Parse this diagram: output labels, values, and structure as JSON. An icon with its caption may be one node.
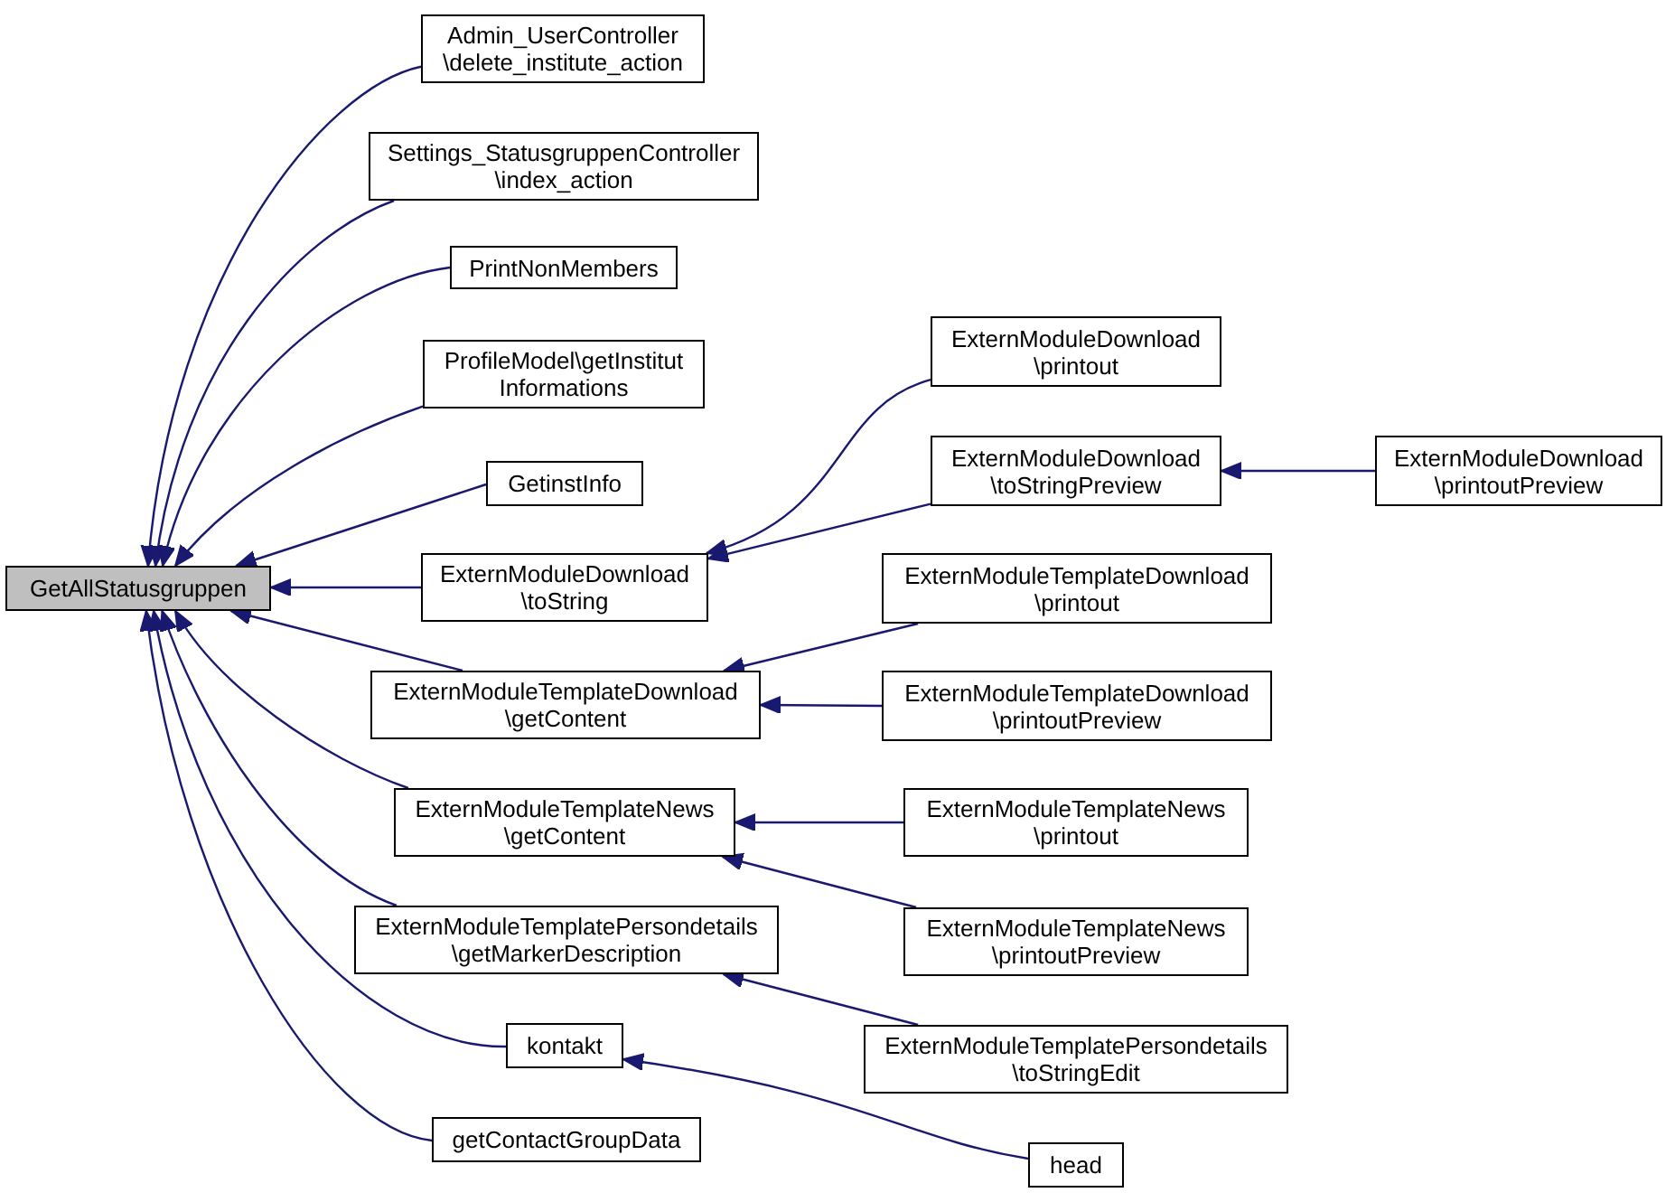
{
  "diagram": {
    "nodes": [
      {
        "text": [
          "GetAllStatusgruppen"
        ]
      },
      {
        "text": [
          "Admin_UserController \\delete_institute_action"
        ]
      },
      {
        "text": [
          "Settings_StatusgruppenController \\index_action"
        ]
      },
      {
        "text": [
          "PrintNonMembers"
        ]
      },
      {
        "text": [
          "ProfileModel\\getInstitut Informations"
        ]
      },
      {
        "text": [
          "GetinstInfo"
        ]
      },
      {
        "text": [
          "ExternModuleDownload \\toString"
        ]
      },
      {
        "text": [
          "ExternModuleTemplateDownload \\getContent"
        ]
      },
      {
        "text": [
          "ExternModuleTemplateNews \\getContent"
        ]
      },
      {
        "text": [
          "ExternModuleTemplatePersondetails \\getMarkerDescription"
        ]
      },
      {
        "text": [
          "kontakt"
        ]
      },
      {
        "text": [
          "getContactGroupData"
        ]
      },
      {
        "text": [
          "ExternModuleDownload \\printout"
        ]
      },
      {
        "text": [
          "ExternModuleDownload \\toStringPreview"
        ]
      },
      {
        "text": [
          "ExternModuleDownload \\printoutPreview"
        ]
      },
      {
        "text": [
          "ExternModuleTemplateDownload \\printout"
        ]
      },
      {
        "text": [
          "ExternModuleTemplateDownload \\printoutPreview"
        ]
      },
      {
        "text": [
          "ExternModuleTemplateNews \\printout"
        ]
      },
      {
        "text": [
          "ExternModuleTemplateNews \\printoutPreview"
        ]
      },
      {
        "text": [
          "ExternModuleTemplatePersondetails \\toStringEdit"
        ]
      },
      {
        "text": [
          "head"
        ]
      }
    ],
    "edges": [
      {
        "from": 1,
        "to": 0,
        "arrow": "to"
      },
      {
        "from": 2,
        "to": 0,
        "arrow": "to"
      },
      {
        "from": 3,
        "to": 0,
        "arrow": "to"
      },
      {
        "from": 4,
        "to": 0,
        "arrow": "to"
      },
      {
        "from": 5,
        "to": 0,
        "arrow": "to"
      },
      {
        "from": 6,
        "to": 0,
        "arrow": "to"
      },
      {
        "from": 7,
        "to": 0,
        "arrow": "to"
      },
      {
        "from": 8,
        "to": 0,
        "arrow": "to"
      },
      {
        "from": 9,
        "to": 0,
        "arrow": "to"
      },
      {
        "from": 10,
        "to": 0,
        "arrow": "to"
      },
      {
        "from": 11,
        "to": 0,
        "arrow": "to"
      },
      {
        "from": 12,
        "to": 6,
        "arrow": "to"
      },
      {
        "from": 13,
        "to": 6,
        "arrow": "to"
      },
      {
        "from": 14,
        "to": 13,
        "arrow": "to"
      },
      {
        "from": 15,
        "to": 7,
        "arrow": "to"
      },
      {
        "from": 16,
        "to": 7,
        "arrow": "to"
      },
      {
        "from": 17,
        "to": 8,
        "arrow": "to"
      },
      {
        "from": 18,
        "to": 8,
        "arrow": "to"
      },
      {
        "from": 19,
        "to": 9,
        "arrow": "to"
      },
      {
        "from": 20,
        "to": 10,
        "arrow": "to"
      }
    ]
  }
}
